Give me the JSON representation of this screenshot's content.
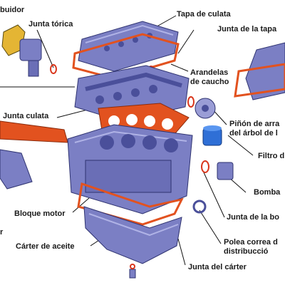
{
  "labels": {
    "distribuidor": "buidor",
    "junta_torica": "Junta tórica",
    "tapa_culata": "Tapa de culata",
    "junta_tapa": "Junta de la tapa",
    "arandelas": "Arandelas",
    "de_caucho": "de caucho",
    "junta_culata": "Junta culata",
    "pinon_line1": "Piñón de arra",
    "pinon_line2": "del árbol de l",
    "filtro": "Filtro d",
    "bomba": "Bomba",
    "bloque_motor": "Bloque motor",
    "junta_bomba": "Junta de la bo",
    "carter_aceite": "Cárter de aceite",
    "polea_line1": "Polea correa d",
    "polea_line2": "distribucció",
    "junta_carter": "Junta del cárter",
    "r_fragment": "r"
  },
  "colors": {
    "metal_blue": "#7b7fc4",
    "metal_dark": "#4a4f9a",
    "gasket_orange": "#e2521f",
    "seal_red": "#d9361c",
    "filter_blue": "#2f6fd6",
    "distributor_yellow": "#e4b534",
    "leader_line": "#111111"
  }
}
